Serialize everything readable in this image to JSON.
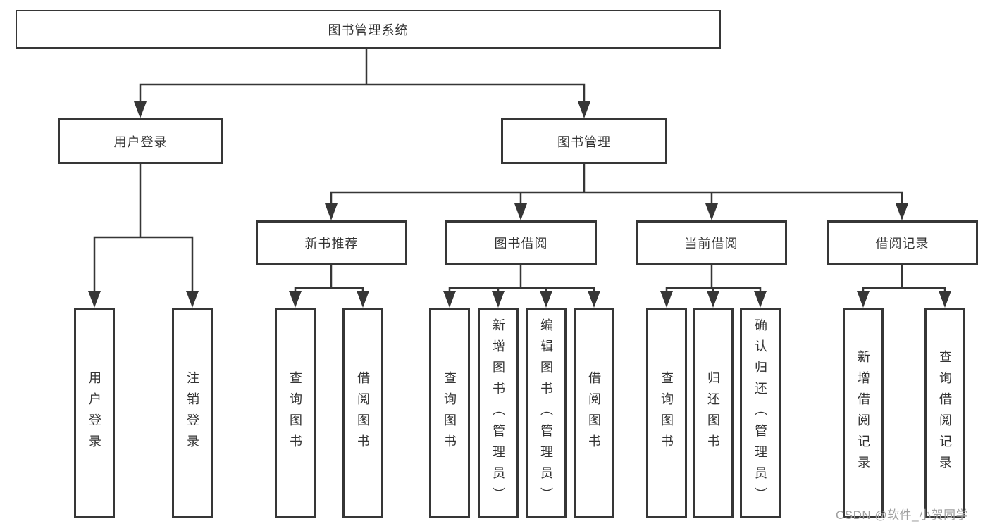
{
  "tree": {
    "root": {
      "label": "图书管理系统"
    },
    "branches": [
      {
        "label": "用户登录",
        "children": [
          {
            "label": "用户登录"
          },
          {
            "label": "注销登录"
          }
        ]
      },
      {
        "label": "图书管理",
        "groups": [
          {
            "label": "新书推荐",
            "children": [
              {
                "label": "查询图书"
              },
              {
                "label": "借阅图书"
              }
            ]
          },
          {
            "label": "图书借阅",
            "children": [
              {
                "label": "查询图书"
              },
              {
                "label": "新增图书（管理员）"
              },
              {
                "label": "编辑图书（管理员）"
              },
              {
                "label": "借阅图书"
              }
            ]
          },
          {
            "label": "当前借阅",
            "children": [
              {
                "label": "查询图书"
              },
              {
                "label": "归还图书"
              },
              {
                "label": "确认归还（管理员）"
              }
            ]
          },
          {
            "label": "借阅记录",
            "children": [
              {
                "label": "新增借阅记录"
              },
              {
                "label": "查询借阅记录"
              }
            ]
          }
        ]
      }
    ]
  },
  "watermark": "CSDN @软件_小贺同学",
  "colors": {
    "line": "#363636",
    "box_border": "#363636",
    "text": "#333333",
    "watermark": "#a0a0a0",
    "background": "#ffffff"
  }
}
